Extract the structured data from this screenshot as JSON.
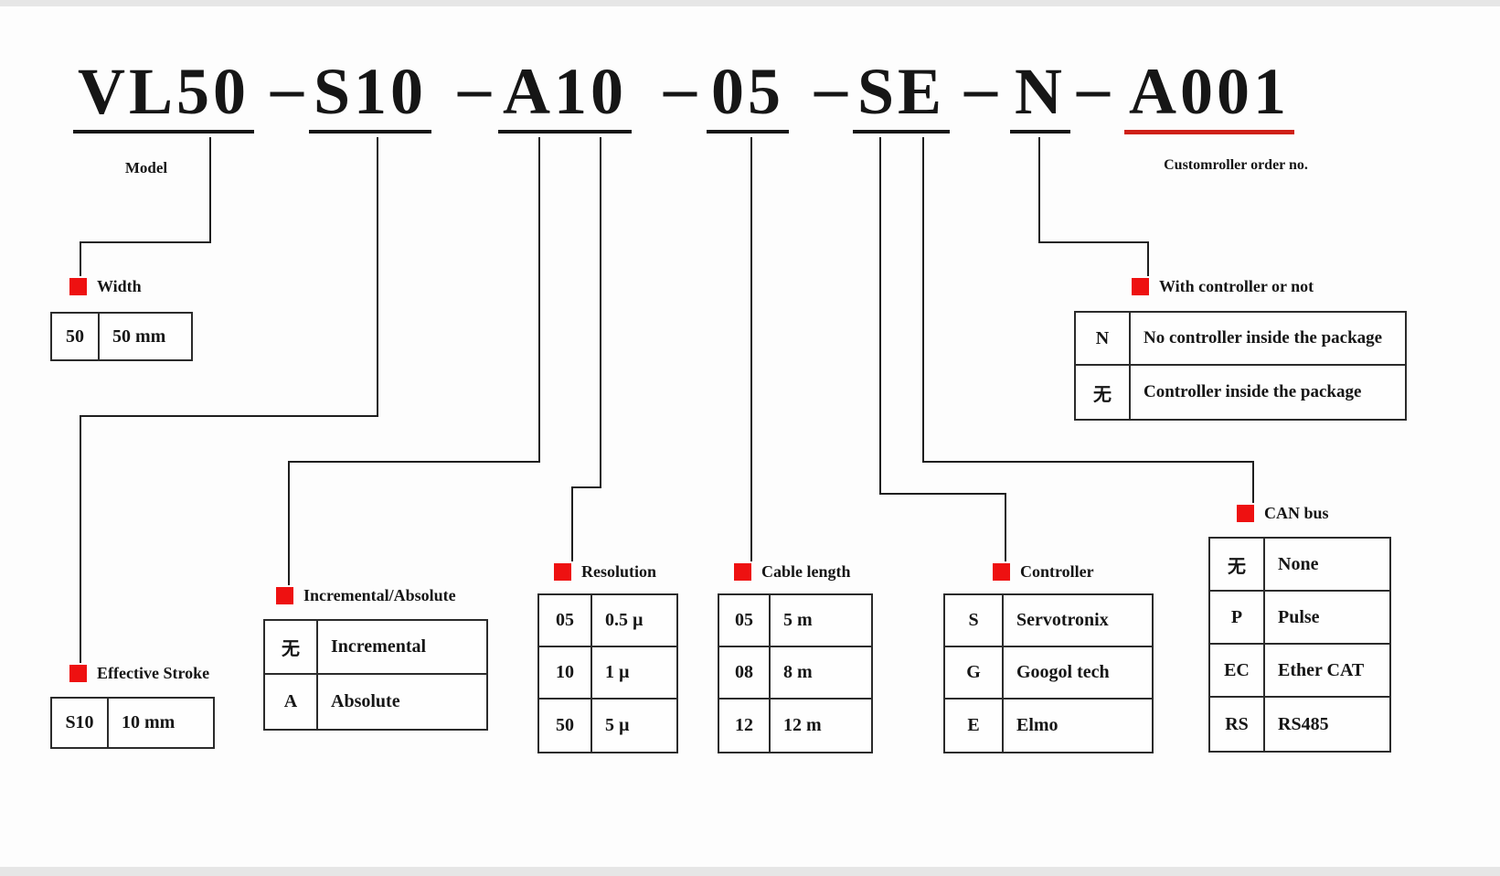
{
  "code": {
    "segments": [
      {
        "text": "VL50",
        "underline": "black"
      },
      {
        "text": "S10",
        "underline": "black"
      },
      {
        "text": "A10",
        "underline": "black"
      },
      {
        "text": "05",
        "underline": "black"
      },
      {
        "text": "SE",
        "underline": "black"
      },
      {
        "text": "N",
        "underline": "black"
      },
      {
        "text": "A001",
        "underline": "red"
      }
    ],
    "separator": "–",
    "model_label": "Model",
    "order_label": "Customroller order no."
  },
  "colors": {
    "accent_red": "#ee1111",
    "underline_red": "#cf2018",
    "line": "#1f1f1f"
  },
  "sections": [
    {
      "id": "width",
      "title": "Width",
      "rows": [
        [
          "50",
          "50 mm"
        ]
      ]
    },
    {
      "id": "effective-stroke",
      "title": "Effective Stroke",
      "rows": [
        [
          "S10",
          "10 mm"
        ]
      ]
    },
    {
      "id": "incremental-absolute",
      "title": "Incremental/Absolute",
      "rows": [
        [
          "无",
          "Incremental"
        ],
        [
          "A",
          "Absolute"
        ]
      ]
    },
    {
      "id": "resolution",
      "title": "Resolution",
      "rows": [
        [
          "05",
          "0.5 µ"
        ],
        [
          "10",
          "1 µ"
        ],
        [
          "50",
          "5 µ"
        ]
      ]
    },
    {
      "id": "cable-length",
      "title": "Cable length",
      "rows": [
        [
          "05",
          "5 m"
        ],
        [
          "08",
          "8 m"
        ],
        [
          "12",
          "12 m"
        ]
      ]
    },
    {
      "id": "controller",
      "title": "Controller",
      "rows": [
        [
          "S",
          "Servotronix"
        ],
        [
          "G",
          "Googol tech"
        ],
        [
          "E",
          "Elmo"
        ]
      ]
    },
    {
      "id": "with-controller",
      "title": "With controller or not",
      "rows": [
        [
          "N",
          "No controller inside the package"
        ],
        [
          "无",
          "Controller inside the package"
        ]
      ]
    },
    {
      "id": "can-bus",
      "title": "CAN bus",
      "rows": [
        [
          "无",
          "None"
        ],
        [
          "P",
          "Pulse"
        ],
        [
          "EC",
          "Ether CAT"
        ],
        [
          "RS",
          "RS485"
        ]
      ]
    }
  ]
}
